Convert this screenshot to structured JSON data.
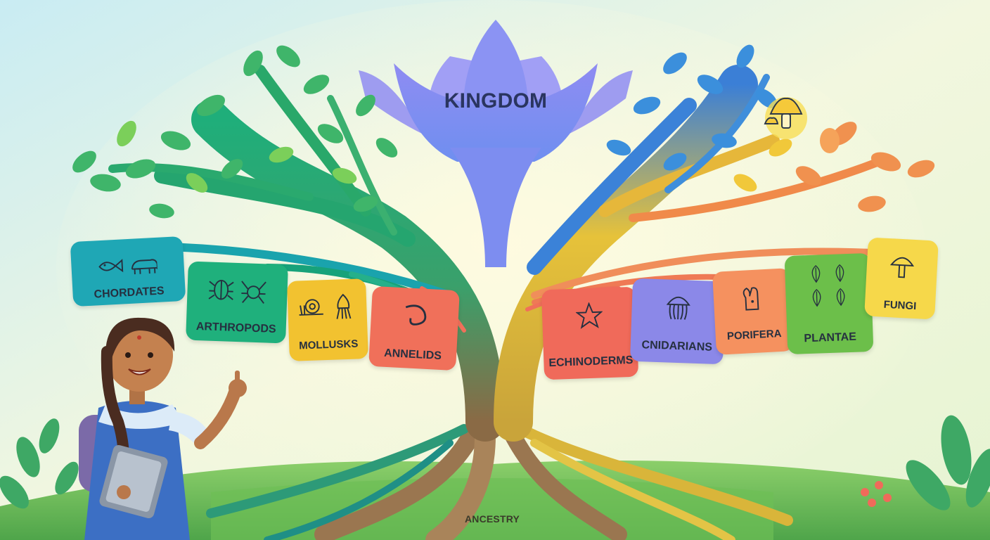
{
  "diagram": {
    "root_label": "KINGDOM",
    "base_label": "ANCESTRY",
    "groups": [
      {
        "name": "CHORDATES",
        "color": "#1fa7b5",
        "icons": [
          "fish-icon",
          "bear-icon"
        ]
      },
      {
        "name": "ARTHROPODS",
        "color": "#1fb07c",
        "icons": [
          "beetle-icon",
          "spider-icon"
        ]
      },
      {
        "name": "MOLLUSKS",
        "color": "#f2c230",
        "icons": [
          "snail-icon",
          "squid-icon"
        ]
      },
      {
        "name": "ANNELIDS",
        "color": "#f0705a",
        "icons": [
          "worm-icon"
        ]
      },
      {
        "name": "ECHINODERMS",
        "color": "#f06a5a",
        "icons": [
          "starfish-icon"
        ]
      },
      {
        "name": "CNIDARIANS",
        "color": "#8b88e8",
        "icons": [
          "jellyfish-icon"
        ]
      },
      {
        "name": "PORIFERA",
        "color": "#f5915f",
        "icons": [
          "sponge-icon"
        ]
      },
      {
        "name": "PLANTAE",
        "color": "#6cbf4a",
        "icons": [
          "leaf-icon",
          "leaf-icon",
          "leaf-icon",
          "leaf-icon"
        ]
      },
      {
        "name": "FUNGI",
        "color": "#f6d84a",
        "icons": [
          "mushroom-icon"
        ]
      }
    ]
  }
}
